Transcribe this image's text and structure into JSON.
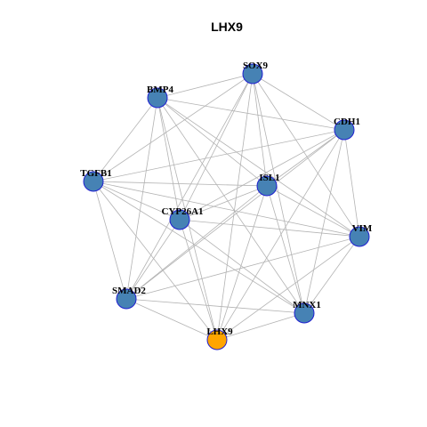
{
  "graph": {
    "title": "LHX9",
    "node_color": "#4682b4",
    "focus_color": "#ffa500",
    "border_color": "#1f1fd0",
    "edge_color": "#b3b3b3",
    "nodes": [
      {
        "id": "SOX9",
        "label": "SOX9",
        "focus": false
      },
      {
        "id": "BMP4",
        "label": "BMP4",
        "focus": false
      },
      {
        "id": "CDH1",
        "label": "CDH1",
        "focus": false
      },
      {
        "id": "TGFB1",
        "label": "TGFB1",
        "focus": false
      },
      {
        "id": "ISL1",
        "label": "ISL1",
        "focus": false
      },
      {
        "id": "CYP26A1",
        "label": "CYP26A1",
        "focus": false
      },
      {
        "id": "VIM",
        "label": "VIM",
        "focus": false
      },
      {
        "id": "SMAD2",
        "label": "SMAD2",
        "focus": false
      },
      {
        "id": "MNX1",
        "label": "MNX1",
        "focus": false
      },
      {
        "id": "LHX9",
        "label": "LHX9",
        "focus": true
      }
    ],
    "edges": [
      [
        "SOX9",
        "BMP4"
      ],
      [
        "SOX9",
        "CDH1"
      ],
      [
        "SOX9",
        "TGFB1"
      ],
      [
        "SOX9",
        "ISL1"
      ],
      [
        "SOX9",
        "CYP26A1"
      ],
      [
        "SOX9",
        "VIM"
      ],
      [
        "SOX9",
        "SMAD2"
      ],
      [
        "SOX9",
        "MNX1"
      ],
      [
        "SOX9",
        "LHX9"
      ],
      [
        "BMP4",
        "CDH1"
      ],
      [
        "BMP4",
        "TGFB1"
      ],
      [
        "BMP4",
        "ISL1"
      ],
      [
        "BMP4",
        "CYP26A1"
      ],
      [
        "BMP4",
        "VIM"
      ],
      [
        "BMP4",
        "SMAD2"
      ],
      [
        "BMP4",
        "MNX1"
      ],
      [
        "BMP4",
        "LHX9"
      ],
      [
        "CDH1",
        "TGFB1"
      ],
      [
        "CDH1",
        "ISL1"
      ],
      [
        "CDH1",
        "CYP26A1"
      ],
      [
        "CDH1",
        "VIM"
      ],
      [
        "CDH1",
        "SMAD2"
      ],
      [
        "CDH1",
        "MNX1"
      ],
      [
        "CDH1",
        "LHX9"
      ],
      [
        "TGFB1",
        "ISL1"
      ],
      [
        "TGFB1",
        "CYP26A1"
      ],
      [
        "TGFB1",
        "VIM"
      ],
      [
        "TGFB1",
        "SMAD2"
      ],
      [
        "TGFB1",
        "MNX1"
      ],
      [
        "TGFB1",
        "LHX9"
      ],
      [
        "ISL1",
        "CYP26A1"
      ],
      [
        "ISL1",
        "VIM"
      ],
      [
        "ISL1",
        "SMAD2"
      ],
      [
        "ISL1",
        "MNX1"
      ],
      [
        "ISL1",
        "LHX9"
      ],
      [
        "CYP26A1",
        "VIM"
      ],
      [
        "CYP26A1",
        "SMAD2"
      ],
      [
        "CYP26A1",
        "MNX1"
      ],
      [
        "CYP26A1",
        "LHX9"
      ],
      [
        "VIM",
        "SMAD2"
      ],
      [
        "VIM",
        "MNX1"
      ],
      [
        "VIM",
        "LHX9"
      ],
      [
        "SMAD2",
        "MNX1"
      ],
      [
        "SMAD2",
        "LHX9"
      ],
      [
        "MNX1",
        "LHX9"
      ]
    ]
  }
}
